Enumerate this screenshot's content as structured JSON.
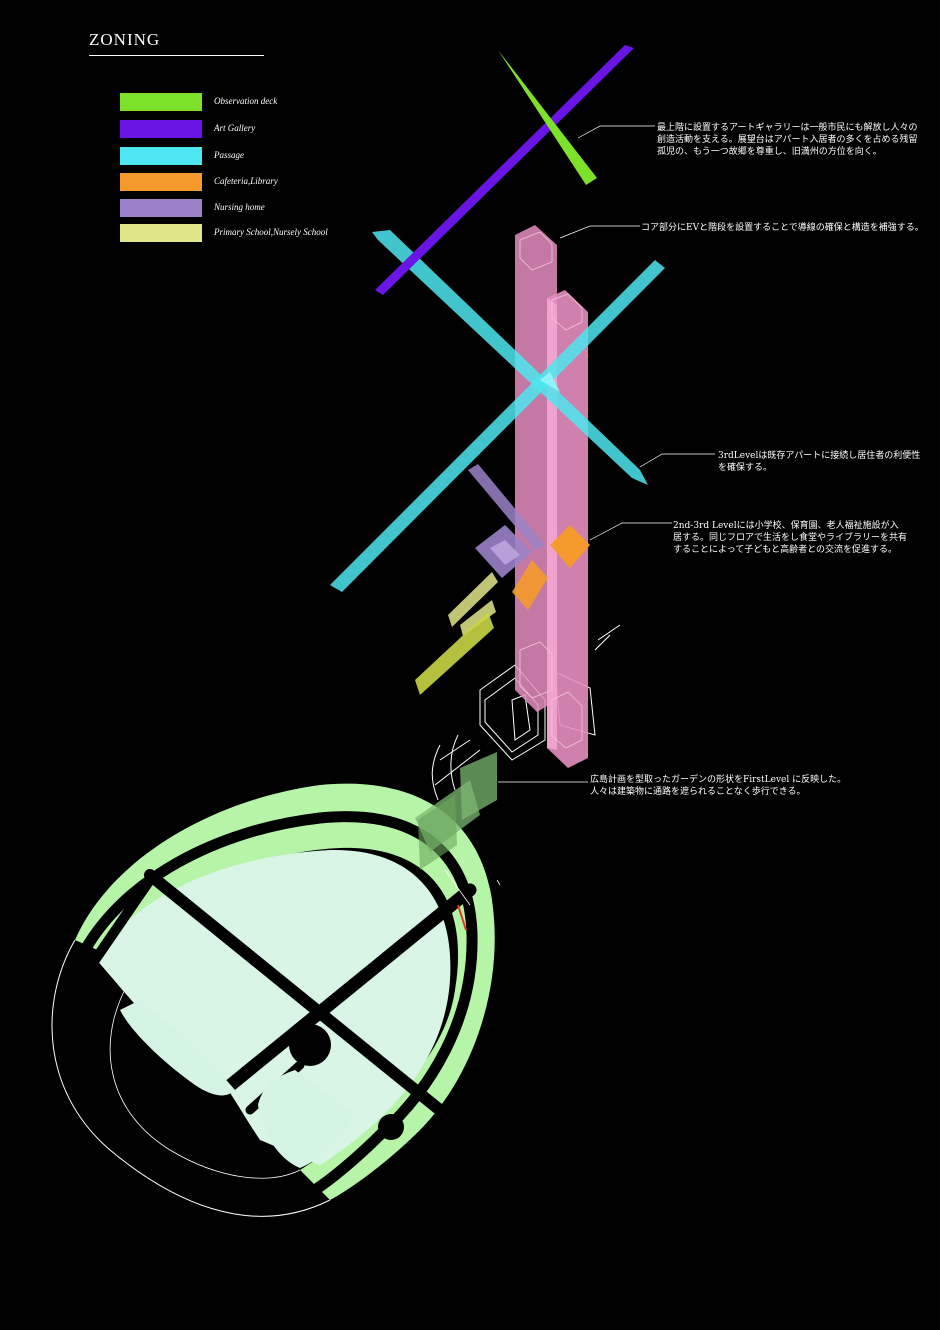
{
  "title": "ZONING",
  "colors": {
    "observation_deck": "#7de12a",
    "art_gallery": "#6a14e6",
    "passage": "#4ee6f0",
    "cafeteria_library": "#f59a2c",
    "nursing_home": "#9b82c8",
    "primary_school": "#e2e68a",
    "core": "#e58ec0",
    "garden_outer": "#b6f5a8",
    "garden_inner": "#d8f5e6"
  },
  "legend": [
    {
      "label": "Observation deck",
      "color": "#7de12a"
    },
    {
      "label": "Art Gallery",
      "color": "#6a14e6"
    },
    {
      "label": "Passage",
      "color": "#4ee6f0"
    },
    {
      "label": "Cafeteria,Library",
      "color": "#f59a2c"
    },
    {
      "label": "Nursing home",
      "color": "#9b82c8"
    },
    {
      "label": "Primary School,Nursely School",
      "color": "#e2e68a"
    }
  ],
  "notes": [
    {
      "text": "最上階に設置するアートギャラリーは一般市民にも解放し人々の\n創造活動を支える。展望台はアパート入居者の多くを占める残留\n孤児の、もう一つ故郷を尊重し、旧満州の方位を向く。"
    },
    {
      "text": "コア部分にEVと階段を設置することで導線の確保と構造を補強する。"
    },
    {
      "text": "3rdLevelは既存アパートに接続し居住者の利便性\nを確保する。"
    },
    {
      "text": "2nd-3rd Levelには小学校、保育園、老人福祉施設が入\n居する。同じフロアで生活をし食堂やライブラリーを共有\nすることによって子どもと高齢者との交流を促進する。"
    },
    {
      "text": "広島計画を型取ったガーデンの形状をFirstLevel に反映した。\n人々は建築物に通路を遮られることなく歩行できる。"
    }
  ]
}
